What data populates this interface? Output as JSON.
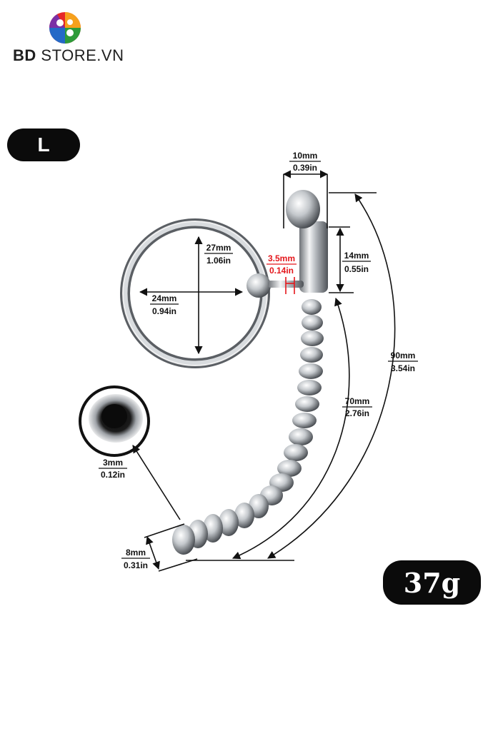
{
  "brand": {
    "bold_part": "BD",
    "rest": " STORE.VN"
  },
  "size_badge": "L",
  "weight_badge": "37g",
  "dimensions": {
    "width_top": {
      "mm": "10mm",
      "in": "0.39in"
    },
    "tube_length": {
      "mm": "14mm",
      "in": "0.55in"
    },
    "ring_height": {
      "mm": "27mm",
      "in": "1.06in"
    },
    "ring_width": {
      "mm": "24mm",
      "in": "0.94in"
    },
    "ball_gap": {
      "mm": "3.5mm",
      "in": "0.14in"
    },
    "total_length": {
      "mm": "90mm",
      "in": "3.54in"
    },
    "rod_length": {
      "mm": "70mm",
      "in": "2.76in"
    },
    "hole_diameter": {
      "mm": "3mm",
      "in": "0.12in"
    },
    "tip_diameter": {
      "mm": "8mm",
      "in": "0.31in"
    }
  },
  "colors": {
    "badge_bg": "#0b0b0b",
    "accent_red": "#e4161b",
    "metal": "#b8bcc2"
  }
}
